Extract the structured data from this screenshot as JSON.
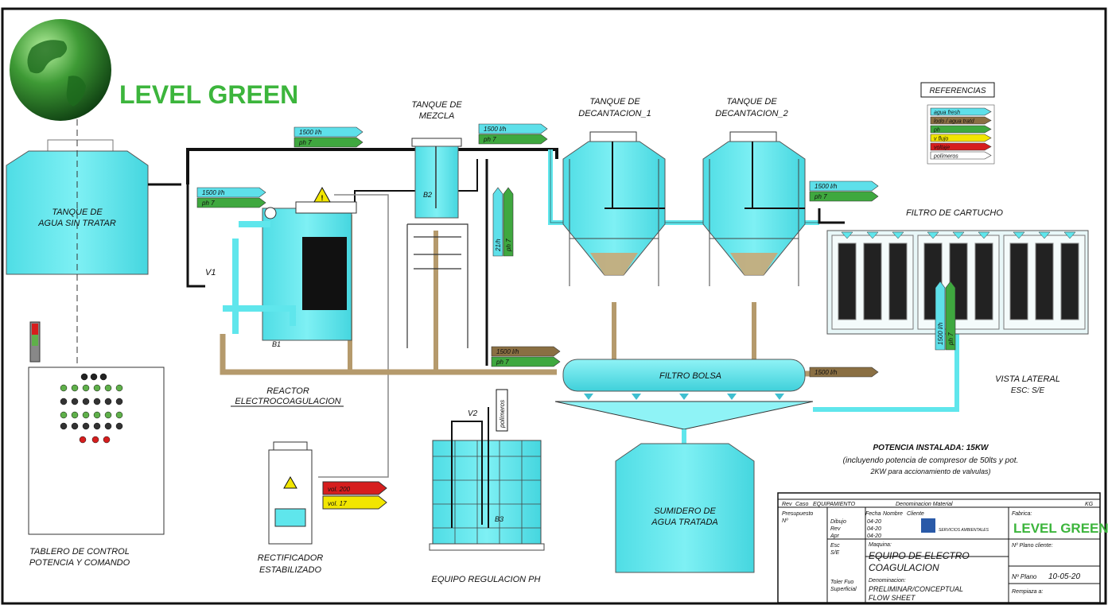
{
  "brand": {
    "name": "LEVEL GREEN",
    "color": "#3cb53c"
  },
  "colors": {
    "tank": "#5fe6ec",
    "pipe": "#b59a6c",
    "pipe_dark": "#111111",
    "arrow_cyan": "#5ee0ea",
    "arrow_green": "#3fa83f",
    "arrow_brown": "#8a6f43",
    "arrow_yellow": "#f2e600",
    "arrow_red": "#d61e1e"
  },
  "legend": {
    "title": "REFERENCIAS",
    "items": [
      {
        "label": "agua fresh",
        "color": "#5ee0ea"
      },
      {
        "label": "lodo / agua tratd",
        "color": "#8a6f43"
      },
      {
        "label": "ph",
        "color": "#3fa83f"
      },
      {
        "label": "v flujo",
        "color": "#f2e600"
      },
      {
        "label": "voltaje",
        "color": "#d61e1e"
      },
      {
        "label": "polímeros",
        "color": "#ffffff"
      }
    ]
  },
  "labels": {
    "raw_tank": [
      "TANQUE DE",
      "AGUA SIN TRATAR"
    ],
    "mix_tank": [
      "TANQUE DE",
      "MEZCLA"
    ],
    "decant1": [
      "TANQUE DE",
      "DECANTACION_1"
    ],
    "decant2": [
      "TANQUE DE",
      "DECANTACION_2"
    ],
    "cartridge": "FILTRO DE CARTUCHO",
    "reactor": [
      "REACTOR",
      "ELECTROCOAGULACION"
    ],
    "bag_filter": "FILTRO BOLSA",
    "side_view": [
      "VISTA LATERAL",
      "ESC: S/E"
    ],
    "sump": [
      "SUMIDERO DE",
      "AGUA TRATADA"
    ],
    "control_panel": [
      "TABLERO DE CONTROL",
      "POTENCIA Y COMANDO"
    ],
    "rectifier": [
      "RECTIFICADOR",
      "ESTABILIZADO"
    ],
    "ph_unit": "EQUIPO REGULACION PH",
    "power": [
      "POTENCIA INSTALADA: 15KW",
      "(incluyendo potencia de compresor de 50lts y pot.",
      "2KW para accionamiento de valvulas)"
    ],
    "v1": "V1",
    "v2": "V2",
    "b1": "B1",
    "b2": "B2",
    "b3": "B3",
    "polymers_tag": "polímeros"
  },
  "flow_tags": [
    {
      "id": "t1",
      "rate": "1500 l/h",
      "ph": "ph 7"
    },
    {
      "id": "t2",
      "rate": "1500 l/h",
      "ph": "ph 7"
    },
    {
      "id": "t3",
      "rate": "1500 l/h",
      "ph": "ph 7"
    },
    {
      "id": "t4",
      "rate": "1500 l/h",
      "ph": "ph 7"
    },
    {
      "id": "t5",
      "rate": "1500 l/h",
      "ph": "ph 7"
    },
    {
      "id": "t6",
      "rate": "21/h",
      "ph": "ph 7"
    },
    {
      "id": "t7",
      "rate": "1500 l/h",
      "ph": "ph 7"
    },
    {
      "id": "t8",
      "rate": "1500 l/h",
      "ph": ""
    }
  ],
  "rectifier_tags": {
    "voltage": "vol. 200",
    "current": "vol. 17"
  },
  "title_block": {
    "header": [
      "Rev",
      "Caso",
      "EQUIPAMIENTO",
      "Denominacion Material"
    ],
    "header_right": "KG",
    "presupuesto": [
      "Presupuesto",
      "Nº"
    ],
    "rows": [
      {
        "role": "Dibujo",
        "date": "04-20"
      },
      {
        "role": "Rev",
        "date": "04-20"
      },
      {
        "role": "Apr",
        "date": "04-20"
      }
    ],
    "fecha": "Fecha",
    "nombre": "Nombre",
    "cliente": "Cliente",
    "client_name": "SERVICIOS AMBIENTALES",
    "escala": [
      "Esc",
      "S/E"
    ],
    "maquina": "Maquina:",
    "machine_title": [
      "EQUIPO DE ELECTRO",
      "COAGULACION"
    ],
    "denominacion": "Denominacion:",
    "denom_value": [
      "PRELIMINAR/CONCEPTUAL",
      "FLOW SHEET"
    ],
    "tolerance": [
      "Toler Fuo",
      "Superficial"
    ],
    "fabrica": "Fabrica:",
    "logo": "LEVEL GREEN",
    "plano_cliente": "Nº Plano cliente:",
    "plano_label": "Nº Plano",
    "plano_value": "10-05-20",
    "reemplaza": "Rempiaza a:"
  }
}
